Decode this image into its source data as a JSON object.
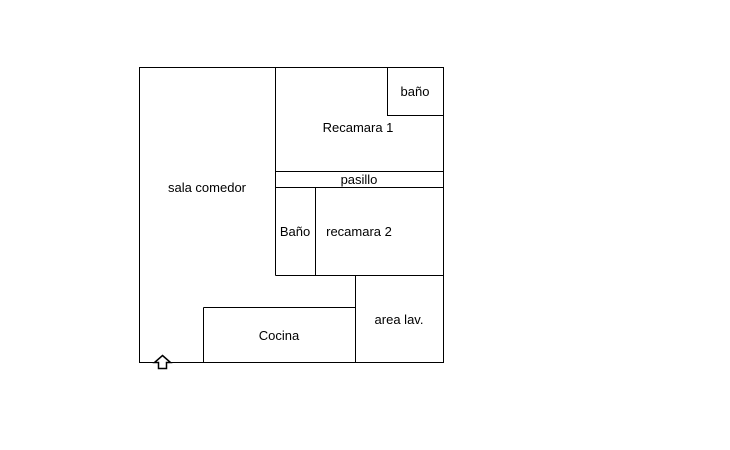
{
  "rooms": {
    "sala_comedor": "sala comedor",
    "recamara_1": "Recamara 1",
    "bano_recamara_1": "baño",
    "pasillo": "pasillo",
    "bano": "Baño",
    "recamara_2": "recamara 2",
    "cocina": "Cocina",
    "area_lav": "area lav."
  },
  "icons": {
    "entrance": "up-arrow-icon"
  }
}
